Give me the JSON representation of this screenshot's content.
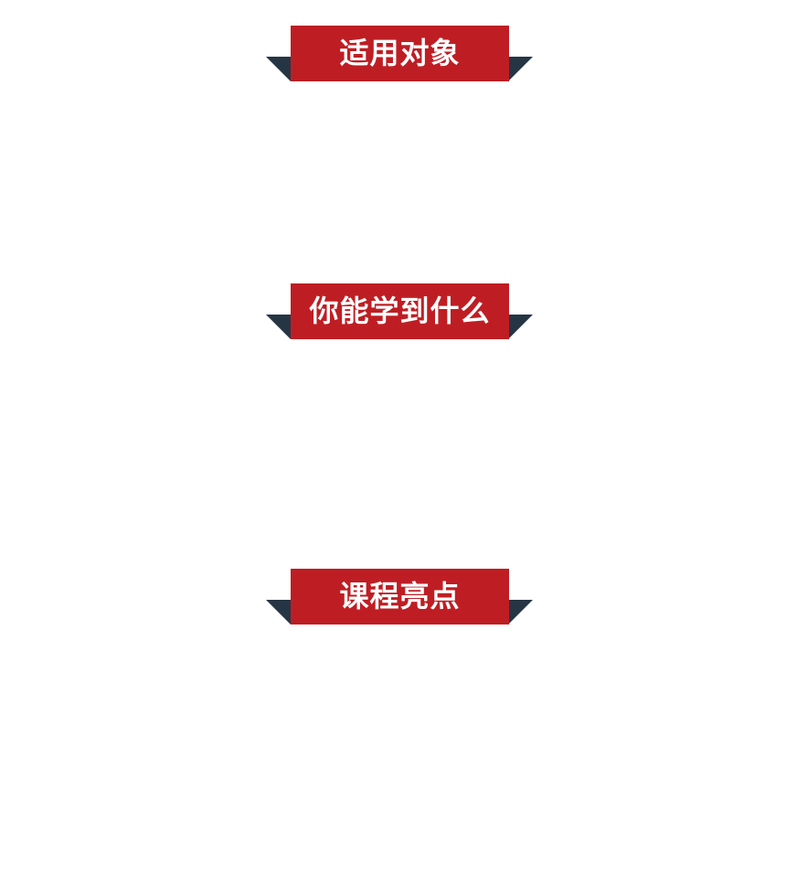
{
  "sections": [
    {
      "title": "适用对象"
    },
    {
      "title": "你能学到什么"
    },
    {
      "title": "课程亮点"
    }
  ],
  "colors": {
    "ribbon_red": "#be1e23",
    "ribbon_fold": "#263544",
    "background": "#ffffff"
  }
}
